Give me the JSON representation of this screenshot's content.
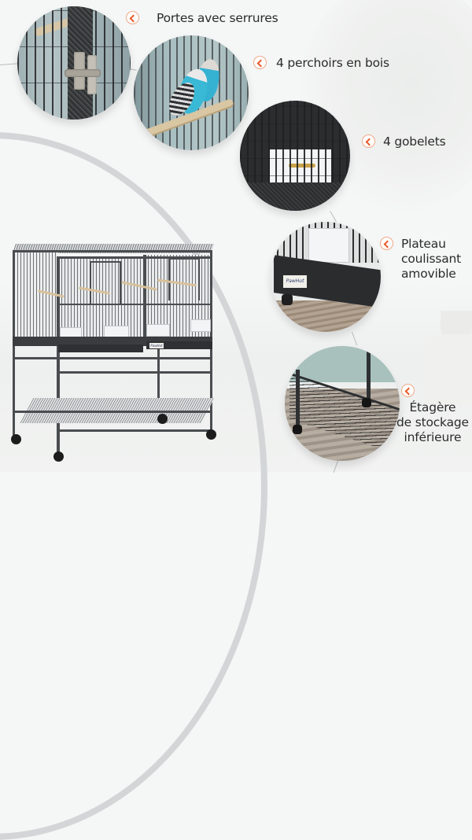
{
  "colors": {
    "accent": "#ea5a2a",
    "accent_ring": "#f0a888",
    "text": "#2b2b2b",
    "arc": "#d4d5d7",
    "background": "#f5f6f6",
    "cage_frame": "#4a4d50"
  },
  "callouts": [
    {
      "icon": "chevron-left-circle-icon",
      "label": "Portes avec serrures"
    },
    {
      "icon": "chevron-left-circle-icon",
      "label": "4 perchoirs en bois"
    },
    {
      "icon": "chevron-left-circle-icon",
      "label": "4 gobelets"
    },
    {
      "icon": "chevron-left-circle-icon",
      "label": "Plateau coulissant amovible",
      "lines": [
        "Plateau",
        "coulissant",
        "amovible"
      ]
    },
    {
      "icon": "chevron-left-circle-icon",
      "label": "Étagère de stockage inférieure",
      "lines": [
        "Étagère",
        "de stockage",
        "inférieure"
      ]
    }
  ],
  "product": {
    "brand_label": "PawHut"
  }
}
